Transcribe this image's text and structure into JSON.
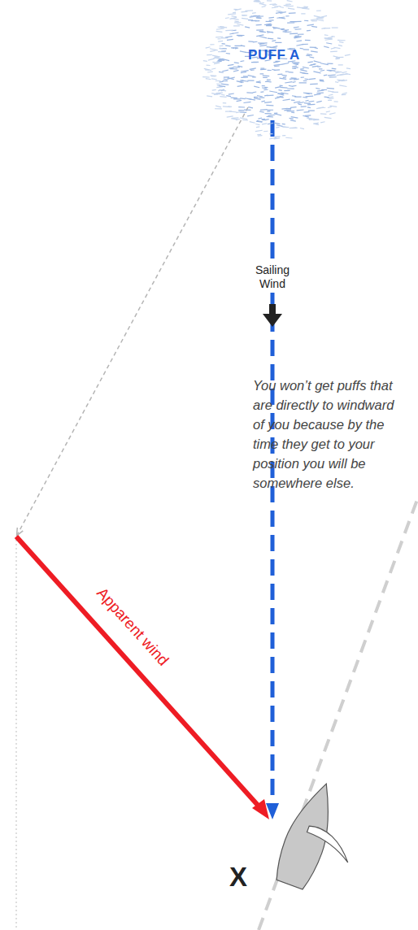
{
  "diagram": {
    "nodes": [
      {
        "text": [
          "PUFF A"
        ]
      }
    ],
    "labels": [
      "Sailing Wind",
      "You won’t get puffs that are directly to windward of you because by the time they get to your position you will be somewhere else.",
      "Apparent wind",
      "X"
    ]
  }
}
